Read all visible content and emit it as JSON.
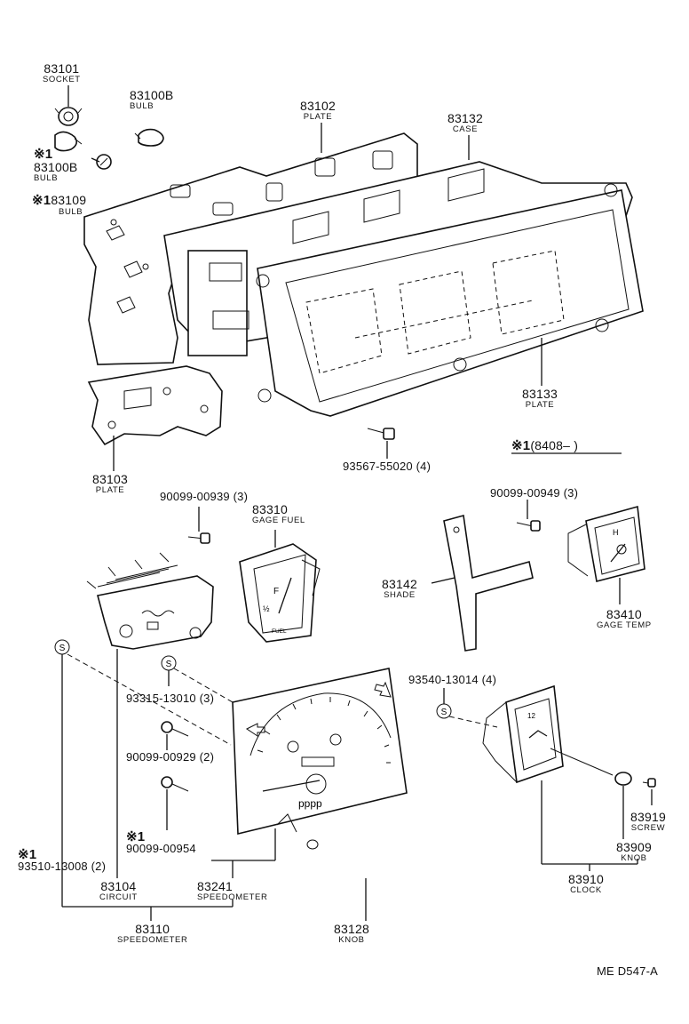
{
  "labels": {
    "p83101": {
      "num": "83101",
      "name": "SOCKET"
    },
    "p83100b_top": {
      "num": "83100B",
      "name": "BULB"
    },
    "p83102": {
      "num": "83102",
      "name": "PLATE"
    },
    "p83132": {
      "num": "83132",
      "name": "CASE"
    },
    "p83100b_left": {
      "mark": "※1",
      "num": "83100B",
      "name": "BULB"
    },
    "p83109": {
      "mark": "※1",
      "num": "83109",
      "name": "BULB"
    },
    "p83133": {
      "num": "83133",
      "name": "PLATE"
    },
    "p83103": {
      "num": "83103",
      "name": "PLATE"
    },
    "p83310": {
      "num": "83310",
      "name": "GAGE FUEL"
    },
    "p83142": {
      "num": "83142",
      "name": "SHADE"
    },
    "p83410": {
      "num": "83410",
      "name": "GAGE TEMP"
    },
    "p83919": {
      "num": "83919",
      "name": "SCREW"
    },
    "p83909": {
      "num": "83909",
      "name": "KNOB"
    },
    "p83910": {
      "num": "83910",
      "name": "CLOCK"
    },
    "p83104": {
      "num": "83104",
      "name": "CIRCUIT"
    },
    "p83241": {
      "num": "83241",
      "name": "SPEEDOMETER"
    },
    "p83110": {
      "num": "83110",
      "name": "SPEEDOMETER"
    },
    "p83128": {
      "num": "83128",
      "name": "KNOB"
    }
  },
  "callouts": {
    "s93567": "93567-55020 (4)",
    "s90099_939": "90099-00939 (3)",
    "s90099_949": "90099-00949 (3)",
    "s93315": "93315-13010 (3)",
    "s93540": "93540-13014 (4)",
    "s90099_929": "90099-00929 (2)",
    "s90099_954_mark": "※1",
    "s90099_954": "90099-00954",
    "s93510_mark": "※1",
    "s93510": "93510-13008 (2)"
  },
  "note": {
    "mark": "※1",
    "text": "(8408–       )"
  },
  "symbols": {
    "s_marker": "S"
  },
  "gauge_marks": {
    "fuel_full": "F",
    "fuel_half": "½",
    "fuel_label": "FUEL",
    "temp_h": "H",
    "clock_12": "12",
    "odometer": "pppp"
  },
  "footer_code": "ME  D547-A"
}
